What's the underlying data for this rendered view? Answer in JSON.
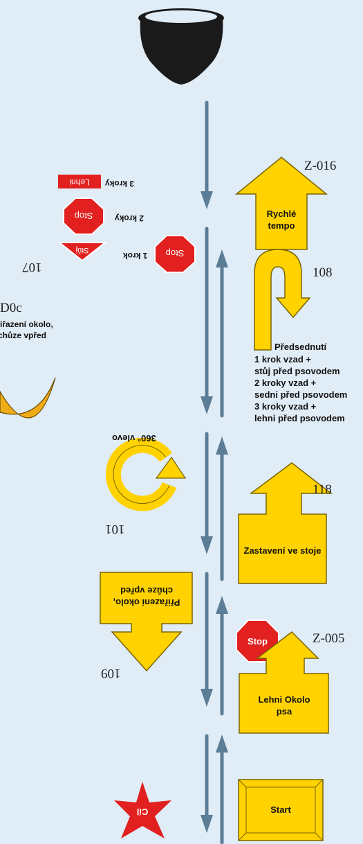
{
  "colors": {
    "background": "#e0ecf6",
    "arrow_line": "#5b7d96",
    "sign_yellow": "#ffd200",
    "sign_stroke": "#7a6400",
    "stop_red": "#e1201f",
    "bowl": "#1a1a1a",
    "curve_orange": "#f0ac18"
  },
  "signs": {
    "z016": {
      "number": "Z-016",
      "label": "Rychlé tempo",
      "icon": "arrow-up-sign"
    },
    "s107": {
      "number": "107",
      "stand": "Stůj",
      "step1": "1 krok",
      "stop1": "Stop",
      "step2": "2 kroky",
      "stop2": "Stop",
      "step3": "3 kroky",
      "down": "Lehni"
    },
    "s100c": {
      "number": "D0c",
      "label": "Přiřazení okolo, chůze vpřed"
    },
    "s108": {
      "number": "108",
      "label": "Předsednutí",
      "line1": "1 krok vzad +",
      "line2": "stůj před psovodem",
      "line3": "2 kroky vzad +",
      "line4": "sedni před psovodem",
      "line5": "3 kroky vzad +",
      "line6": "lehni před psovodem"
    },
    "s101": {
      "number": "101",
      "label": "360° vlevo"
    },
    "s118": {
      "number": "118",
      "label": "Zastavení ve stoje"
    },
    "s109": {
      "number": "109",
      "label": "Přiřazení okolo, chůze vpřed"
    },
    "z005": {
      "number": "Z-005",
      "stop": "Stop",
      "label": "Lehni Okolo psa"
    },
    "start": {
      "label": "Start"
    },
    "finish": {
      "label": "Cíl"
    }
  }
}
